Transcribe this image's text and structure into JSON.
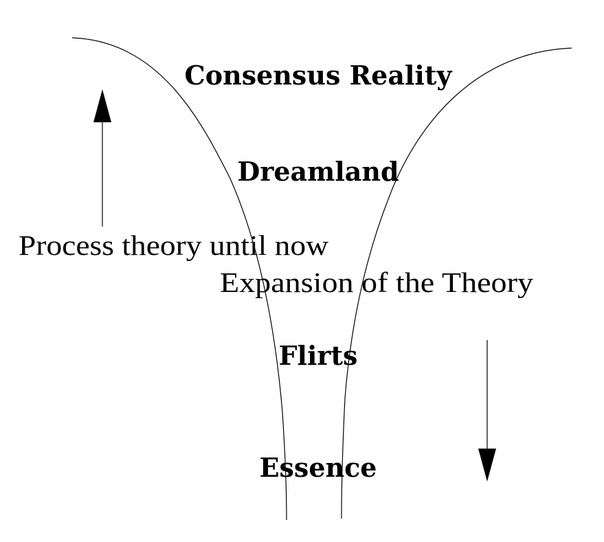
{
  "levels": {
    "consensus_reality": "Consensus Reality",
    "dreamland": "Dreamland",
    "flirts": "Flirts",
    "essence": "Essence"
  },
  "annotations": {
    "process_theory": "Process theory until now",
    "expansion": "Expansion of the Theory"
  },
  "arrows": {
    "up": "up-arrow-icon",
    "down": "down-arrow-icon"
  },
  "colors": {
    "ink": "#000000",
    "background": "#ffffff"
  }
}
